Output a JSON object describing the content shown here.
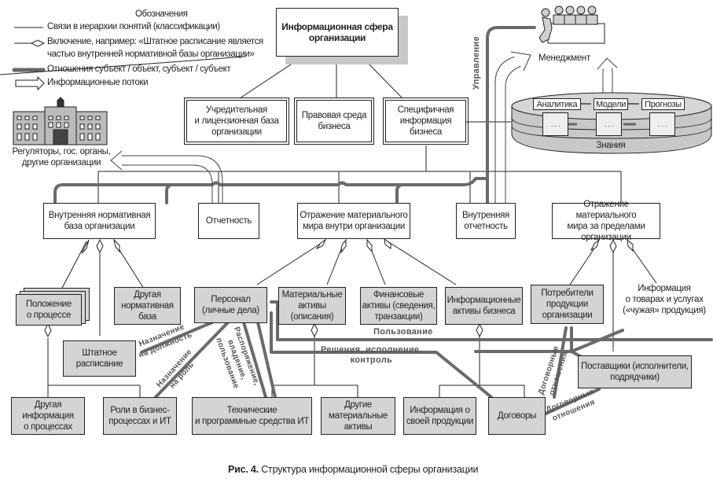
{
  "legend": {
    "title": "Обозначения",
    "items": [
      {
        "type": "hierarchy-line",
        "label": "Связи в иерархии понятий (классификации)"
      },
      {
        "type": "inclusion-diamond",
        "label": "Включение, например: «Штатное расписание является"
      },
      {
        "type": "inclusion-diamond-cont",
        "label": "частью внутренней нормативной базы организации»"
      },
      {
        "type": "relation-thick-line",
        "label": "Отношения субъект / объект, субъект / субъект"
      },
      {
        "type": "info-flow-arrow",
        "label": "Информационные потоки"
      }
    ]
  },
  "nodes": {
    "root": "Информационная сфера\nорганизации",
    "founding": "Учредительная\nи лицензионная база\nорганизации",
    "legal": "Правовая среда\nбизнеса",
    "specific": "Специфичная\nинформация\nбизнеса",
    "internal_norm": "Внутренняя нормативная\nбаза организации",
    "reporting": "Отчетность",
    "material_inside": "Отражение материального\nмира внутри организации",
    "internal_reporting": "Внутренняя\nотчетность",
    "material_outside": "Отражение материального\nмира за пределами\nорганизации",
    "process_regulation": "Положение\nо процессе",
    "other_norm": "Другая\nнормативная\nбаза",
    "staff_schedule": "Штатное\nрасписание",
    "personnel": "Персонал\n(личные дела)",
    "material_assets": "Материальные\nактивы\n(описания)",
    "financial_assets": "Финансовые\nактивы (сведения,\nтранзакции)",
    "info_assets": "Информационные\nактивы бизнеса",
    "consumers": "Потребители\nпродукции\nорганизации",
    "suppliers": "Поставщики (исполнители,\nподрядчики)",
    "other_process_info": "Другая\nинформация\nо процессах",
    "roles": "Роли в бизнес-\nпроцессах и ИТ",
    "tech_it": "Технические\nи программные средства ИТ",
    "other_material": "Другие\nматериальные\nактивы",
    "own_product_info": "Информация о\nсвоей продукции",
    "contracts": "Договоры"
  },
  "external": {
    "regulators": "Регуляторы, гос. органы,\nдругие организации",
    "management": "Менеджмент",
    "knowledge": "Знания",
    "analytics": "Аналитика",
    "models": "Модели",
    "forecasts": "Прогнозы",
    "placeholder": ". . .",
    "foreign_products": "Информация\nо товарах и услугах\n(«чужая» продукция)"
  },
  "relations": {
    "management_label": "Управление",
    "usage": "Пользование",
    "decisions": "Решения, исполнение,\nконтроль",
    "appoint_position": "Назначение\nна должность",
    "appoint_role": "Назначение\nна роль",
    "disposal": "Распоряжение,\nвладение,\nпользование",
    "contract_rel_1": "Договорные\nотношения",
    "contract_rel_2": "Договорные\nотношения"
  },
  "caption": {
    "prefix": "Рис. 4.",
    "text": "Структура информационной сферы организации"
  }
}
